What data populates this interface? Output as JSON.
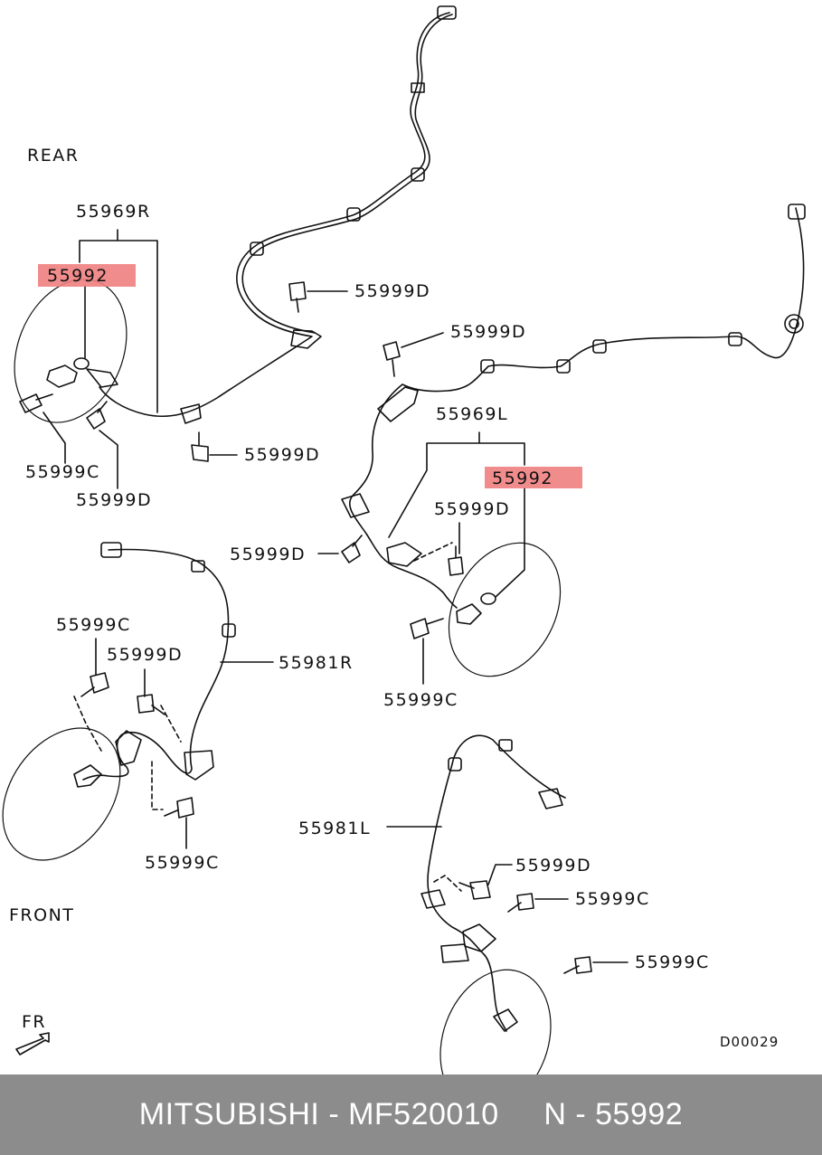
{
  "diagram": {
    "orientation_labels": {
      "rear": "REAR",
      "front": "FRONT",
      "fr_arrow": "FR"
    },
    "part_labels": {
      "harness_rear_right": "55969R",
      "harness_rear_left": "55969L",
      "harness_front_right": "55981R",
      "harness_front_left": "55981L",
      "highlight_rear_right": "55992",
      "highlight_rear_left": "55992",
      "bolt_d_rear_top": "55999D",
      "bolt_d_rear_mid": "55999D",
      "bolt_c_rear_right_sensor": "55999C",
      "bolt_d_rear_right_sensor": "55999D",
      "bolt_d_rear_left_upper": "55999D",
      "bolt_d_rear_left_bracket": "55999D",
      "bolt_d_rear_left_sensor": "55999D",
      "bolt_c_rear_left_sensor": "55999C",
      "bolt_c_front_right_upper": "55999C",
      "bolt_d_front_right": "55999D",
      "bolt_c_front_right_lower": "55999C",
      "bolt_d_front_left": "55999D",
      "bolt_c_front_left_upper": "55999C",
      "bolt_c_front_left_lower": "55999C"
    },
    "diagram_code": "D00029",
    "highlight_color": "#f08080"
  },
  "footer": {
    "text": "MITSUBISHI - MF520010     N - 55992",
    "background": "#8c8c8c"
  }
}
